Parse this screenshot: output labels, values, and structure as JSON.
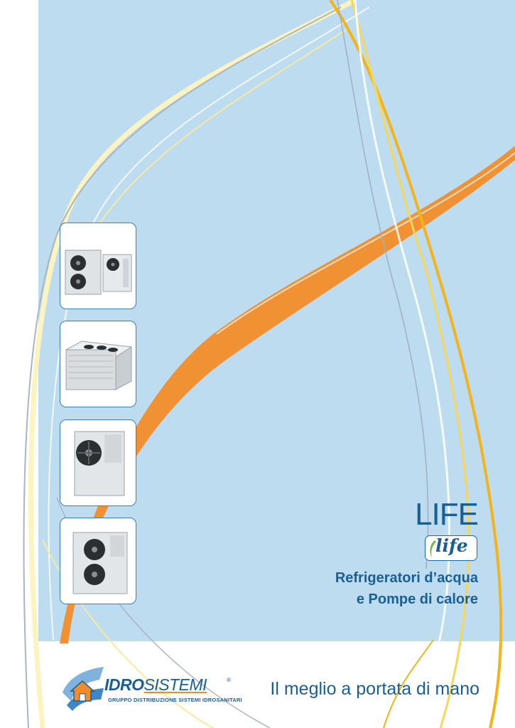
{
  "product": {
    "title": "LIFE",
    "badge_text": "life",
    "subtitle_line1": "Refrigeratori d’acqua",
    "subtitle_line2": "e Pompe di calore"
  },
  "brand": {
    "name_part1": "IDRO",
    "name_part2": "SISTEMI",
    "registered_mark": "®",
    "tagline": "GRUPPO DISTRIBUZIONE SISTEMI IDROSANITARI",
    "slogan": "Il meglio a portata di mano"
  },
  "thumbnails": [
    {
      "alt": "two-unit-heat-pumps-photo"
    },
    {
      "alt": "top-fan-chiller-photo"
    },
    {
      "alt": "single-fan-heat-pump-photo"
    },
    {
      "alt": "double-fan-heat-pump-photo"
    }
  ],
  "colors": {
    "panel_blue": "#bddcf0",
    "brand_blue": "#1a5e96",
    "accent_orange": "#f28c28",
    "accent_yellow": "#f5c400"
  }
}
